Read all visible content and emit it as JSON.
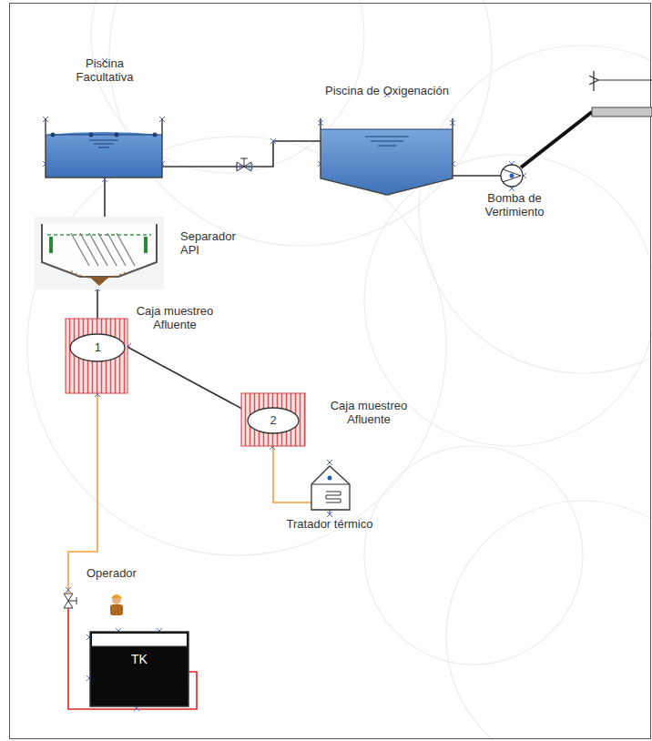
{
  "diagram": {
    "nodes": [
      {
        "text": [
          "Piscina Facultativa"
        ]
      },
      {
        "text": [
          "Piscina de Oxigenación"
        ]
      },
      {
        "text": [
          "Bomba de Vertimiento"
        ]
      },
      {
        "text": [
          "Separador API"
        ]
      },
      {
        "text": [
          "Caja muestreo Afluente",
          "1"
        ]
      },
      {
        "text": [
          "Caja muestreo Afluente",
          "2"
        ]
      },
      {
        "text": [
          "Tratador térmico"
        ]
      },
      {
        "text": [
          "TK"
        ]
      }
    ],
    "edges": [
      {
        "from": 0,
        "to": 1,
        "arrow": "none"
      },
      {
        "from": 1,
        "to": 2,
        "arrow": "none"
      },
      {
        "from": 3,
        "to": 0,
        "arrow": "none"
      },
      {
        "from": 4,
        "to": 3,
        "arrow": "none"
      },
      {
        "from": 5,
        "to": 4,
        "arrow": "none"
      },
      {
        "from": 6,
        "to": 5,
        "arrow": "none"
      },
      {
        "from": 7,
        "to": 4,
        "arrow": "none"
      }
    ],
    "labels": [
      "Operador"
    ]
  }
}
